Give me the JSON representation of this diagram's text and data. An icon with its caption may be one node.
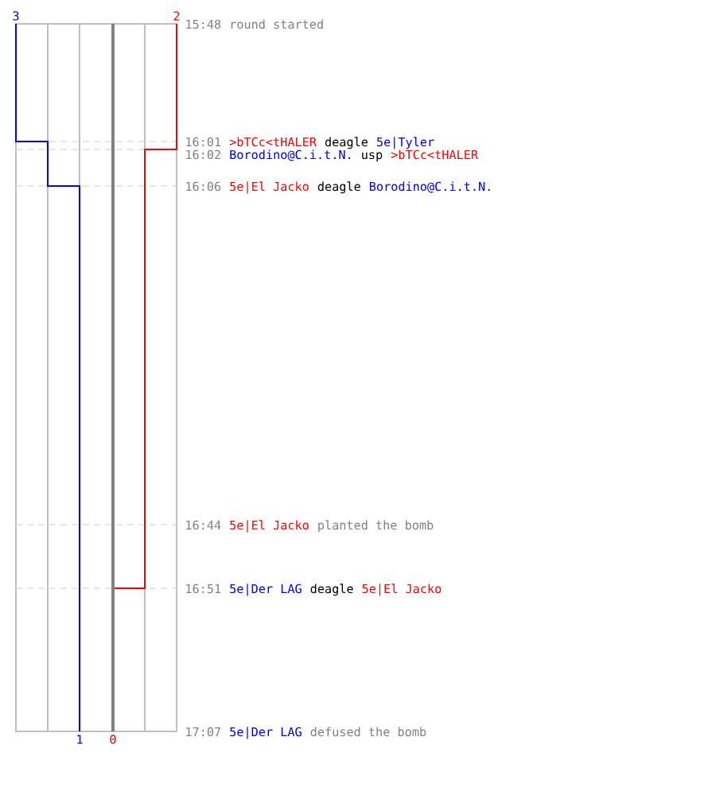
{
  "diagram": {
    "labels": [
      "3",
      "2",
      "15:48",
      "round started",
      "16:01",
      ">bTCc<tHALER",
      "deagle",
      "5e|Tyler",
      "16:02",
      "Borodino@C.i.t.N.",
      "usp",
      ">bTCc<tHALER",
      "16:06",
      "5e|El Jacko",
      "deagle",
      "Borodino@C.i.t.N.",
      "16:44",
      "5e|El Jacko",
      "planted the bomb",
      "16:51",
      "5e|Der LAG",
      "deagle",
      "5e|El Jacko",
      "17:07",
      "5e|Der LAG",
      "defused the bomb",
      "1",
      "0"
    ]
  }
}
